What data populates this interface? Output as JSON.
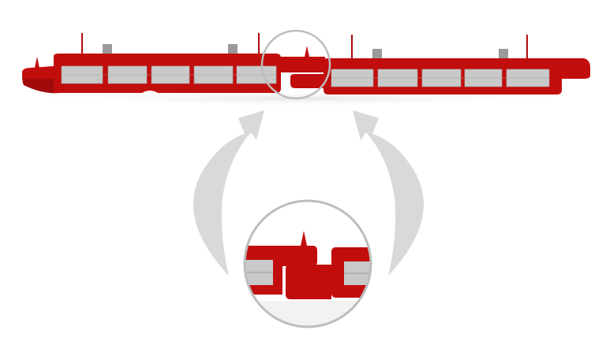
{
  "colors": {
    "barrier_red": "#c20d0d",
    "barrier_dark": "#8e0606",
    "panel_gray": "#c9c9c9",
    "arrow_gray": "#d9d9d9",
    "circle_outline": "#bdbdbd",
    "background": "#ffffff"
  },
  "icons": [
    "barrier-left-unit",
    "barrier-right-unit",
    "curved-arrow-left",
    "curved-arrow-right",
    "magnifier-circle",
    "detail-circle"
  ]
}
